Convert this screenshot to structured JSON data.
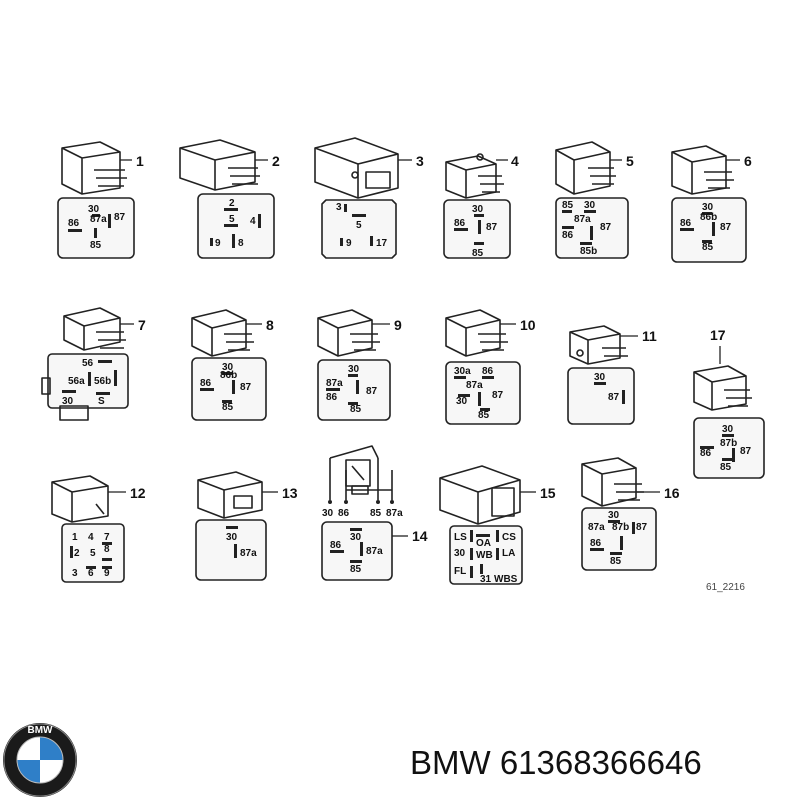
{
  "diagram_ref": "61_2216",
  "brand_logo_text": "BMW",
  "part_caption": "BMW 61368366646",
  "relays": [
    {
      "callout": "1",
      "pins": [
        "30",
        "87a",
        "86",
        "87",
        "85"
      ]
    },
    {
      "callout": "2",
      "pins": [
        "2",
        "5",
        "4",
        "9",
        "8"
      ]
    },
    {
      "callout": "3",
      "pins": [
        "3",
        "5",
        "9",
        "17"
      ]
    },
    {
      "callout": "4",
      "pins": [
        "30",
        "86",
        "87",
        "85"
      ]
    },
    {
      "callout": "5",
      "pins": [
        "85",
        "30",
        "87a",
        "86",
        "87",
        "85b"
      ]
    },
    {
      "callout": "6",
      "pins": [
        "30",
        "86b",
        "86",
        "87",
        "85"
      ]
    },
    {
      "callout": "7",
      "pins": [
        "56",
        "56a",
        "56b",
        "30",
        "S"
      ]
    },
    {
      "callout": "8",
      "pins": [
        "30",
        "86b",
        "86",
        "87",
        "85"
      ]
    },
    {
      "callout": "9",
      "pins": [
        "30",
        "87a",
        "86",
        "87",
        "85"
      ]
    },
    {
      "callout": "10",
      "pins": [
        "30a",
        "86",
        "87a",
        "30",
        "87",
        "85"
      ]
    },
    {
      "callout": "11",
      "pins": [
        "30",
        "87"
      ]
    },
    {
      "callout": "17",
      "pins": [
        "30",
        "87b",
        "86",
        "87",
        "85"
      ]
    },
    {
      "callout": "12",
      "pins": [
        "1",
        "4",
        "7",
        "2",
        "5",
        "8",
        "3",
        "6",
        "9"
      ]
    },
    {
      "callout": "13",
      "pins": [
        "30",
        "87a"
      ]
    },
    {
      "callout": "14",
      "pins": [
        "30",
        "86",
        "87a",
        "85"
      ],
      "terminals": [
        "30",
        "86",
        "85",
        "87a"
      ]
    },
    {
      "callout": "15",
      "pins": [
        "LS",
        "CS",
        "OA",
        "30",
        "WB",
        "LA",
        "FL",
        "31",
        "WBS"
      ]
    },
    {
      "callout": "16",
      "pins": [
        "30",
        "87a",
        "87b",
        "87",
        "86",
        "85"
      ]
    }
  ]
}
